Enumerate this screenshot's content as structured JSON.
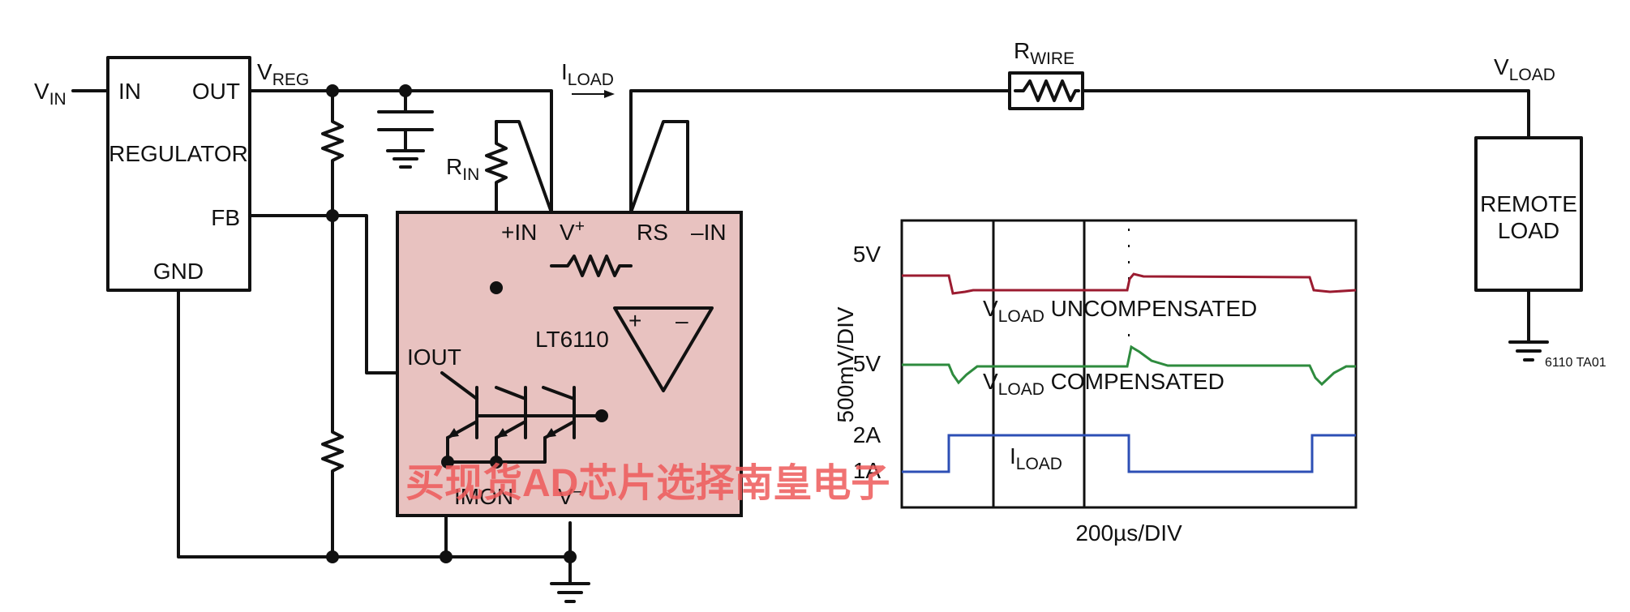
{
  "labels": {
    "vin_main": "V",
    "vin_sub": "IN",
    "reg_in": "IN",
    "reg_out": "OUT",
    "reg_name": "REGULATOR",
    "reg_fb": "FB",
    "reg_gnd": "GND",
    "vreg_main": "V",
    "vreg_sub": "REG",
    "iload_main": "I",
    "iload_sub": "LOAD",
    "rin_main": "R",
    "rin_sub": "IN",
    "rwire_main": "R",
    "rwire_sub": "WIRE",
    "vload_main": "V",
    "vload_sub": "LOAD",
    "remote_line1": "REMOTE",
    "remote_line2": "LOAD",
    "fig_code": "6110 TA01",
    "ic_pin_plus_in": "+IN",
    "ic_pin_vplus_main": "V",
    "ic_pin_vplus_sup": "+",
    "ic_pin_rs": "RS",
    "ic_pin_minus_in": "–IN",
    "ic_name": "LT6110",
    "ic_iout": "IOUT",
    "ic_imon": "IMON",
    "ic_vminus_main": "V",
    "ic_vminus_sup": "–",
    "opamp_plus": "+",
    "opamp_minus": "–"
  },
  "scope": {
    "yaxis_label": "500mV/DIV",
    "xaxis_label": "200µs/DIV",
    "level_5v_top": "5V",
    "level_5v_mid": "5V",
    "level_2a": "2A",
    "level_1a": "1A",
    "trace1_main": "V",
    "trace1_sub": "LOAD",
    "trace1_rest": " UNCOMPENSATED",
    "trace2_main": "V",
    "trace2_sub": "LOAD",
    "trace2_rest": " COMPENSATED",
    "trace3_main": "I",
    "trace3_sub": "LOAD",
    "colors": {
      "uncompensated": "#9b1b30",
      "compensated": "#2e8b3e",
      "current": "#2d4fb5"
    }
  },
  "watermark": "买现货AD芯片选择南皇电子",
  "ic_fill": "#e8c2c0"
}
